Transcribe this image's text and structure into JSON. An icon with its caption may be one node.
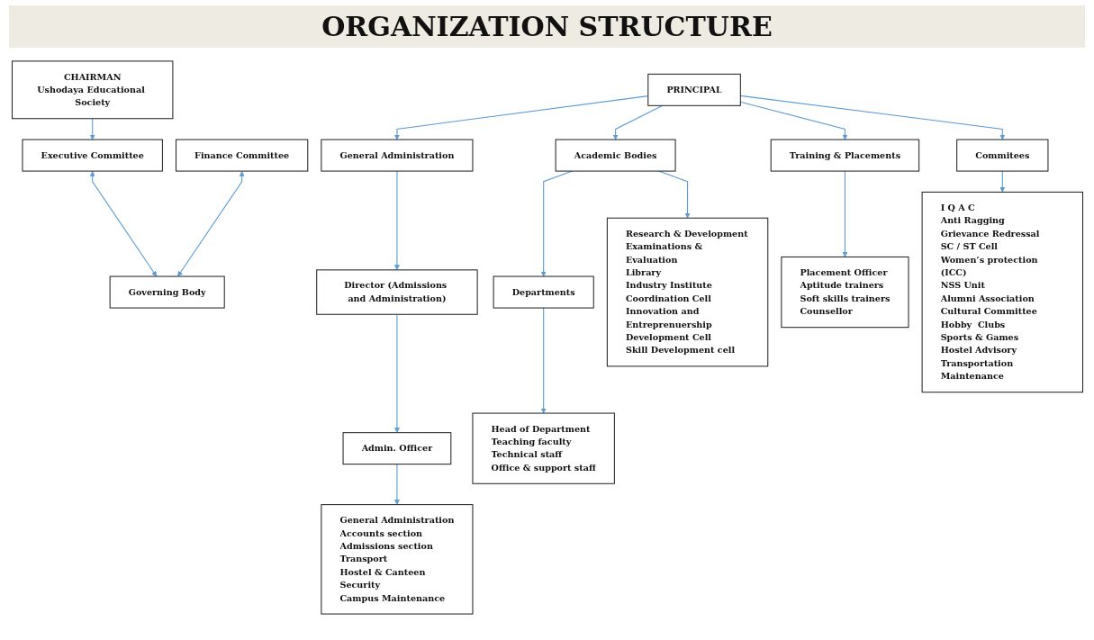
{
  "diagram": {
    "title": "ORGANIZATION STRUCTURE",
    "nodes": [
      {
        "text": [
          "CHAIRMAN",
          "Ushodaya Educational Society"
        ]
      },
      {
        "text": [
          "Executive Committee"
        ]
      },
      {
        "text": [
          "Finance Committee"
        ]
      },
      {
        "text": [
          "Governing Body"
        ]
      },
      {
        "text": [
          "PRINCIPAL"
        ]
      },
      {
        "text": [
          "General Administration"
        ]
      },
      {
        "text": [
          "Academic Bodies"
        ]
      },
      {
        "text": [
          "Training & Placements"
        ]
      },
      {
        "text": [
          "Director (Admissions and Administration)"
        ]
      },
      {
        "text": [
          "Departments"
        ]
      },
      {
        "text": [
          "Research & Development",
          "Examinations & Evaluation",
          "Library",
          "Industry Institute Coordination Cell",
          "Innovation and Entreprenuership Development Cell",
          "Skill Development cell"
        ]
      },
      {
        "text": [
          "Placement Officer",
          "Aptitude trainers",
          "Soft skills trainers",
          "Counsellor"
        ]
      },
      {
        "text": [
          "Commitees"
        ]
      },
      {
        "text": [
          "Admin. Officer"
        ]
      },
      {
        "text": [
          "Head of Department",
          "Teaching faculty",
          "Technical staff",
          "Office & support staff"
        ]
      },
      {
        "text": [
          "I Q A C",
          "Anti Ragging",
          "Grievance Redressal",
          "SC / ST Cell",
          "Women’s protection (ICC)",
          "NSS Unit",
          "Alumni Association",
          "Cultural Committee",
          "Hobby  Clubs",
          "Sports & Games",
          "Hostel Advisory",
          "Transportation",
          "Maintenance"
        ]
      },
      {
        "text": [
          "General Administration",
          "Accounts section",
          "Admissions section",
          "Transport",
          "Hostel & Canteen",
          "Security",
          "Campus Maintenance"
        ]
      }
    ],
    "edges": [
      {
        "from": 0,
        "to": 1,
        "arrow": "to"
      },
      {
        "from": 1,
        "to": 3,
        "arrow": "both"
      },
      {
        "from": 2,
        "to": 3,
        "arrow": "both"
      },
      {
        "from": 4,
        "to": 5,
        "arrow": "to"
      },
      {
        "from": 4,
        "to": 6,
        "arrow": "to"
      },
      {
        "from": 4,
        "to": 12,
        "arrow": "to"
      },
      {
        "from": 4,
        "to": 7,
        "arrow": "to"
      },
      {
        "from": 5,
        "to": 8,
        "arrow": "to"
      },
      {
        "from": 8,
        "to": 13,
        "arrow": "to"
      },
      {
        "from": 13,
        "to": 16,
        "arrow": "to"
      },
      {
        "from": 6,
        "to": 9,
        "arrow": "to"
      },
      {
        "from": 6,
        "to": 10,
        "arrow": "to"
      },
      {
        "from": 9,
        "to": 14,
        "arrow": "to"
      },
      {
        "from": 7,
        "to": 11,
        "arrow": "to"
      },
      {
        "from": 12,
        "to": 15,
        "arrow": "to"
      }
    ]
  }
}
